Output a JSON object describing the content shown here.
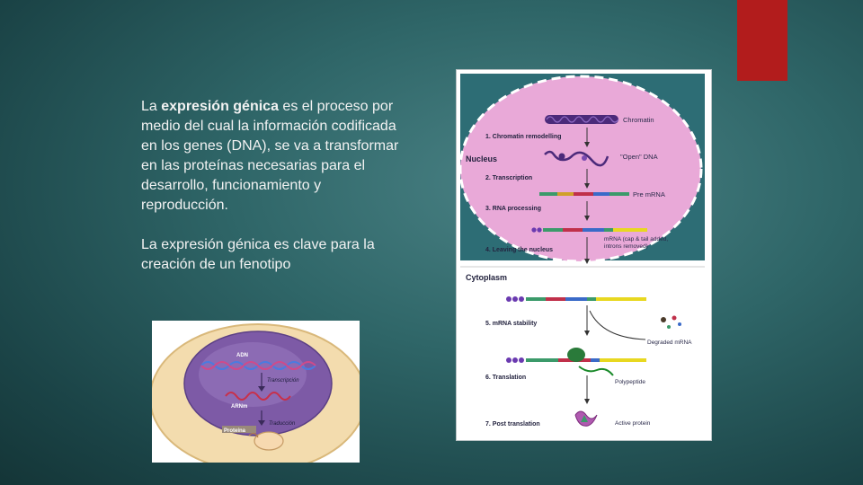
{
  "paragraph1": {
    "lead": "La ",
    "bold": "expresión génica",
    "rest": " es el proceso por medio del cual la información codificada en los genes (DNA), se va a transformar en las proteínas necesarias para el desarrollo, funcionamiento y reproducción."
  },
  "paragraph2": "La expresión génica es clave para la creación de un fenotipo",
  "figure_left": {
    "adn": "ADN",
    "transcripcion": "Transcripción",
    "arnm": "ARNm",
    "traduccion": "Traducción",
    "proteina": "Proteína"
  },
  "figure_right": {
    "chromatin": "Chromatin",
    "step1": "1. Chromatin remodelling",
    "nucleus": "Nucleus",
    "open_dna": "\"Open\" DNA",
    "step2": "2. Transcription",
    "pre_mrna": "Pre mRNA",
    "step3": "3. RNA processing",
    "mrna_note_1": "mRNA (cap & tail added,",
    "mrna_note_2": "introns removed)",
    "step4": "4. Leaving the nucleus",
    "cytoplasm": "Cytoplasm",
    "step5": "5. mRNA stability",
    "degraded": "Degraded mRNA",
    "step6": "6. Translation",
    "polypeptide": "Polypeptide",
    "step7": "7. Post translation",
    "active_protein": "Active protein"
  },
  "colors": {
    "accent": "#b21c1c",
    "nucleus": "#e9a9d8",
    "chromatin": "#4b2a7a"
  }
}
